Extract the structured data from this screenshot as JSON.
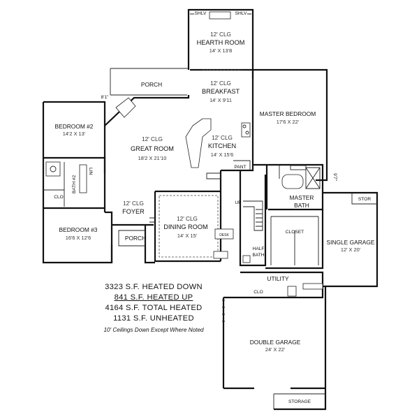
{
  "rooms": {
    "hearth": {
      "ceiling": "12' CLG",
      "name": "HEARTH ROOM",
      "dims": "14' X 13'8"
    },
    "porch_rear": {
      "name": "PORCH"
    },
    "breakfast": {
      "ceiling": "12' CLG",
      "name": "BREAKFAST",
      "dims": "14' X 9'11"
    },
    "master_bed": {
      "name": "MASTER BEDROOM",
      "dims": "17'6 X 22'"
    },
    "bedroom2": {
      "name": "BEDROOM #2",
      "dims": "14'2 X 13'"
    },
    "great_room": {
      "ceiling": "12' CLG",
      "name": "GREAT ROOM",
      "dims": "18'2 X 21'10"
    },
    "kitchen": {
      "ceiling": "12' CLG",
      "name": "KITCHEN",
      "dims": "14' X 15'6"
    },
    "bath2": {
      "name": "BATH #2"
    },
    "foyer": {
      "ceiling": "12' CLG",
      "name": "FOYER"
    },
    "dining": {
      "ceiling": "12' CLG",
      "name": "DINING ROOM",
      "dims": "14' X 15'"
    },
    "master_bath": {
      "name": "MASTER BATH"
    },
    "closet": {
      "name": "CLOSET"
    },
    "single_garage": {
      "name": "SINGLE GARAGE",
      "dims": "12' X 20'"
    },
    "bedroom3": {
      "name": "BEDROOM #3",
      "dims": "16'6 X 12'6"
    },
    "porch_front": {
      "name": "PORCH"
    },
    "utility": {
      "name": "UTILITY"
    },
    "double_garage": {
      "name": "DOUBLE GARAGE",
      "dims": "24' X 22'"
    }
  },
  "small_labels": {
    "shlv_left": "SHLV",
    "shlv_right": "SHLV",
    "clo": "CLO",
    "lin": "LIN",
    "stor": "STOR",
    "storage": "STORAGE",
    "pant": "PANT",
    "half_bath": "HALF BATH",
    "up": "UP",
    "clo_util": "CLO",
    "dim_81": "8'1\"",
    "dim_97": "9'7\"",
    "desk": "DESK"
  },
  "stats": {
    "heated_down": "3323 S.F.  HEATED DOWN",
    "heated_up": "841 S.F.  HEATED UP",
    "total_heated": "4164 S.F.  TOTAL HEATED",
    "unheated": "1131 S.F.  UNHEATED",
    "note": "10' Ceilings Down Except Where Noted"
  }
}
